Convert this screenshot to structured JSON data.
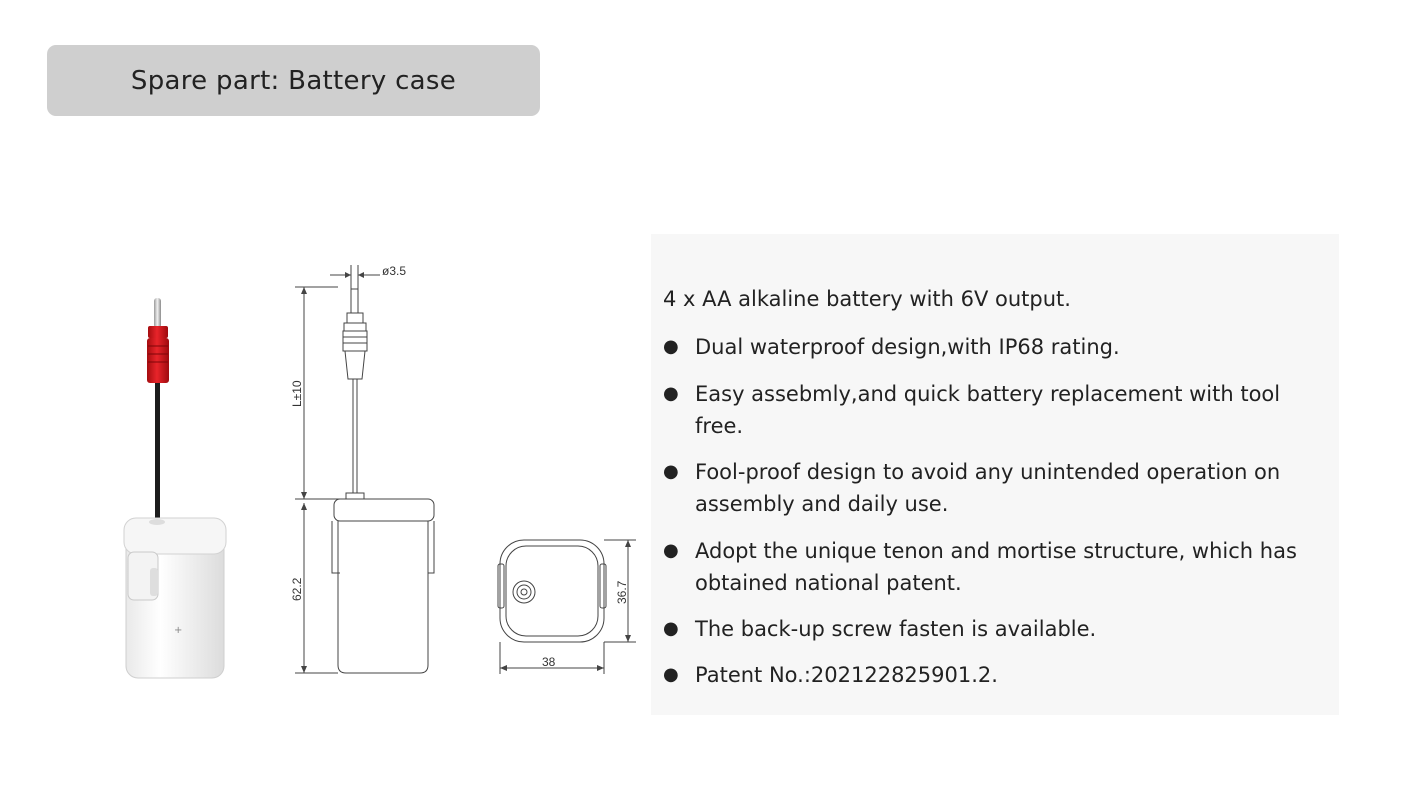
{
  "title": "Spare part: Battery case",
  "drawing": {
    "pin_diameter": "ø3.5",
    "cable_length": "L±10",
    "height": "62.2",
    "width": "38",
    "depth": "36.7"
  },
  "description": {
    "lead": "4 x AA alkaline battery with 6V output.",
    "features": [
      "Dual waterproof design,with IP68 rating.",
      "Easy assebmly,and quick battery replacement with tool free.",
      "Fool-proof design to avoid any unintended operation on assembly and daily use.",
      "Adopt the unique tenon and mortise structure, which has obtained national patent.",
      "The back-up screw fasten is available.",
      "Patent No.:202122825901.2."
    ]
  }
}
